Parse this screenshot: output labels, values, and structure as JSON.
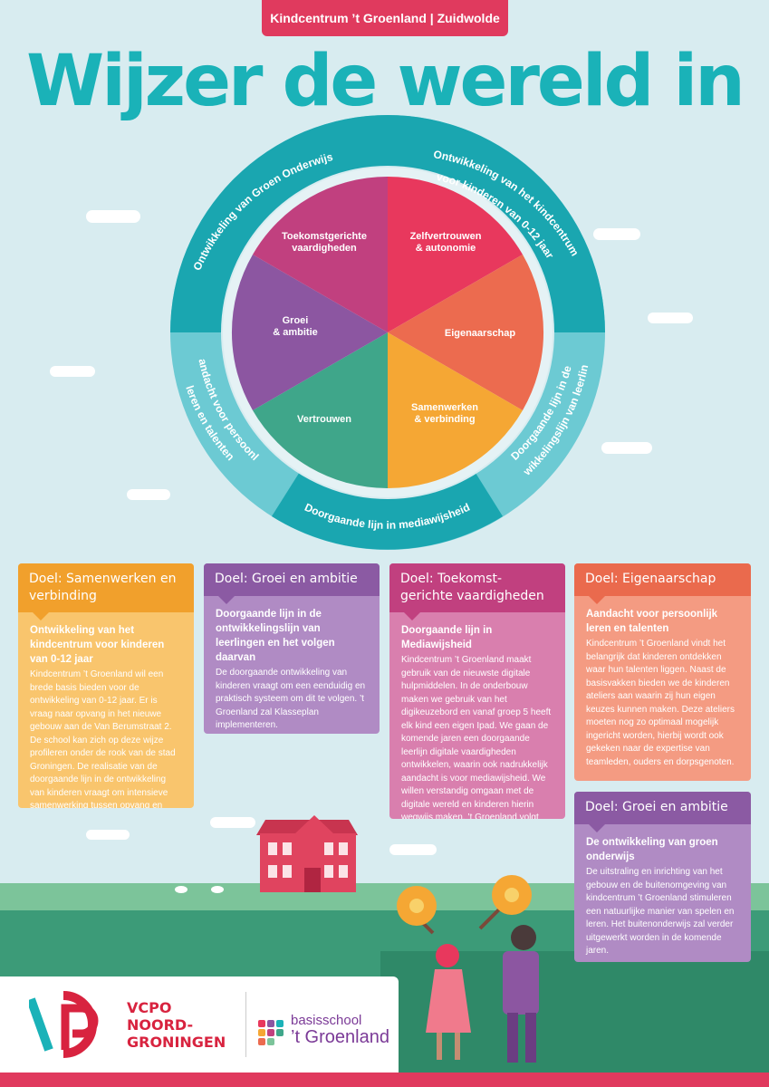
{
  "header": {
    "badge": "Kindcentrum ’t Groenland | Zuidwolde",
    "title": "Wijzer de wereld in"
  },
  "wheel": {
    "inner_segments": [
      {
        "label_l1": "Toekomstgerichte",
        "label_l2": "vaardigheden",
        "color": "#c1407f"
      },
      {
        "label_l1": "Zelfvertrouwen",
        "label_l2": "& autonomie",
        "color": "#e8385d"
      },
      {
        "label_l1": "Eigenaarschap",
        "label_l2": "",
        "color": "#ec6b4f"
      },
      {
        "label_l1": "Samenwerken",
        "label_l2": "& verbinding",
        "color": "#f5a734"
      },
      {
        "label_l1": "Vertrouwen",
        "label_l2": "",
        "color": "#3fa68a"
      },
      {
        "label_l1": "Groei",
        "label_l2": "& ambitie",
        "color": "#8c56a1"
      }
    ],
    "outer_labels": {
      "top_left": "Ontwikkeling van Groen Onderwijs",
      "top_right_l1": "Ontwikkeling van het kindcentrum",
      "top_right_l2": "voor kinderen van 0-12 jaar",
      "right_l1": "Doorgaande lijn in de",
      "right_l2": "ontwikkelingslijn van leerlingen",
      "bottom": "Doorgaande lijn in mediawijsheid",
      "left_l1": "Aandacht voor persoonlijk",
      "left_l2": "leren en talenten"
    },
    "outer_colors": {
      "light": "#6ccad3",
      "dark": "#1aa6b0"
    }
  },
  "cards": [
    {
      "head": "Doel: Samenwerken en verbinding",
      "sub": "Ontwikkeling van het kindcentrum voor kinderen van 0-12 jaar",
      "text": "Kindcentrum ’t Groenland wil een brede basis bieden voor de ontwikkeling van 0-12 jaar. Er is vraag naar opvang in het nieuwe gebouw aan de Van Berumstraat 2. De school kan zich op deze wijze profileren onder de rook van de stad Groningen. De realisatie van de doorgaande lijn in de ontwikkeling van kinderen vraagt om intensieve samenwerking tussen opvang en onderwijs.",
      "head_color": "#f1a02c",
      "body_color": "#f9c56d"
    },
    {
      "head": "Doel: Groei en ambitie",
      "sub": "Doorgaande lijn in de ontwikkelingslijn van leerlingen en het volgen daarvan",
      "text": "De doorgaande ontwikkeling van kinderen vraagt om een eenduidig en praktisch systeem om dit te volgen. ’t Groenland zal Klasseplan implementeren.",
      "head_color": "#8b5aa3",
      "body_color": "#b08bc4"
    },
    {
      "head": "Doel: Toekomst- gerichte vaardigheden",
      "sub": "Doorgaande lijn in Mediawijsheid",
      "text": "Kindcentrum ’t Groenland maakt gebruik van de nieuwste digitale hulpmiddelen. In de onderbouw maken we gebruik van het digikeuzebord en vanaf groep 5 heeft elk kind een eigen Ipad. We gaan de komende jaren een doorgaande leerlijn digitale vaardigheden ontwikkelen, waarin ook nadrukkelijk aandacht is voor mediawijsheid. We willen verstandig omgaan met de digitale wereld en kinderen hierin wegwijs maken. ’t Groenland volgt een twee-jarig traject met Basicly.",
      "head_color": "#c1407f",
      "body_color": "#d97fae"
    },
    {
      "head": "Doel: Eigenaarschap",
      "sub": "Aandacht voor persoonlijk leren en talenten",
      "text": "Kindcentrum ’t Groenland vindt het belangrijk dat kinderen ontdekken waar hun talenten liggen. Naast de basisvakken bieden we de kinderen ateliers aan waarin zij hun eigen keuzes kunnen maken. Deze ateliers moeten nog zo optimaal mogelijk ingericht worden, hierbij wordt ook gekeken naar de expertise van teamleden, ouders en dorpsgenoten.",
      "head_color": "#ea6a4d",
      "body_color": "#f49b82"
    },
    {
      "head": "Doel: Groei en ambitie",
      "sub": "De ontwikkeling van groen onderwijs",
      "text": "De uitstraling en inrichting van het gebouw en de buitenomgeving van kindcentrum ’t Groenland stimuleren een natuurlijke manier van spelen en leren. Het buitenonderwijs zal verder uitgewerkt worden in de komende jaren.",
      "head_color": "#8b5aa3",
      "body_color": "#b08bc4"
    }
  ],
  "footer": {
    "vcpo_l1": "VCPO",
    "vcpo_l2": "NOORD-",
    "vcpo_l3": "GRONINGEN",
    "school_small": "basisschool",
    "school_big": "’t Groenland"
  },
  "colors": {
    "sky": "#d8ecf0",
    "accent": "#e03a5e",
    "title": "#1ab2b8",
    "grass": "#3c9b78",
    "house": "#e0445f"
  }
}
